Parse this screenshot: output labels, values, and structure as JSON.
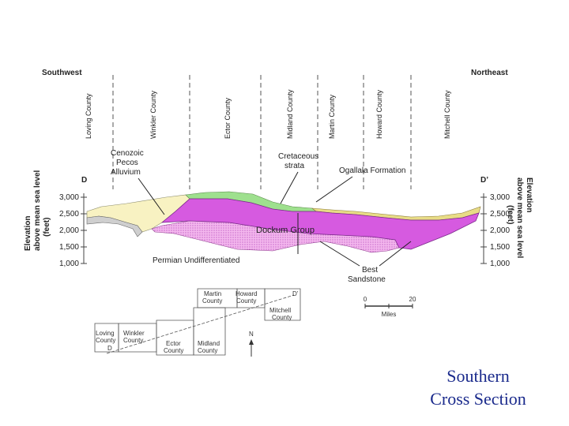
{
  "directions": {
    "left": "Southwest",
    "right": "Northeast"
  },
  "counties": [
    "Loving County",
    "Winkler County",
    "Ector County",
    "Midland County",
    "Martin County",
    "Howard County",
    "Mitchell County"
  ],
  "section_ends": {
    "left": "D",
    "right": "D’"
  },
  "y_axis": {
    "left_title_lines": [
      "Elevation",
      "above mean sea level",
      "(feet)"
    ],
    "right_title_lines": [
      "Elevation",
      "above mean sea level",
      "(feet)"
    ],
    "ticks": [
      "3,000",
      "2,500",
      "2,000",
      "1,500",
      "1,000"
    ]
  },
  "units": {
    "cenozoic_lines": [
      "Cenozoic",
      "Pecos",
      "Alluvium"
    ],
    "cretaceous_lines": [
      "Cretaceous",
      "strata"
    ],
    "ogallala": "Ogallala Formation",
    "dockum": "Dockum Group",
    "permian": "Permian Undifferentiated",
    "best_lines": [
      "Best",
      "Sandstone"
    ]
  },
  "colors": {
    "cenozoic": "#f8f2c2",
    "cretaceous": "#9ee08e",
    "ogallala": "#e8dc86",
    "dockum": "#d65ae0",
    "best_sandstone": "#f4b8ee",
    "permian": "#cfcfcf"
  },
  "location_map": {
    "counties": [
      {
        "lines": [
          "Martin",
          "County"
        ]
      },
      {
        "lines": [
          "Howard",
          "County"
        ]
      },
      {
        "lines": [
          "Mitchell",
          "County"
        ]
      },
      {
        "lines": [
          "Loving",
          "County"
        ]
      },
      {
        "lines": [
          "Winkler",
          "County"
        ]
      },
      {
        "lines": [
          "Ector",
          "County"
        ]
      },
      {
        "lines": [
          "Midland",
          "County"
        ]
      }
    ],
    "end_left": "D",
    "end_right": "D’",
    "north": "N"
  },
  "scale_bar": {
    "start": "0",
    "end": "20",
    "unit": "Miles"
  },
  "caption_lines": [
    "Southern",
    "Cross Section"
  ]
}
